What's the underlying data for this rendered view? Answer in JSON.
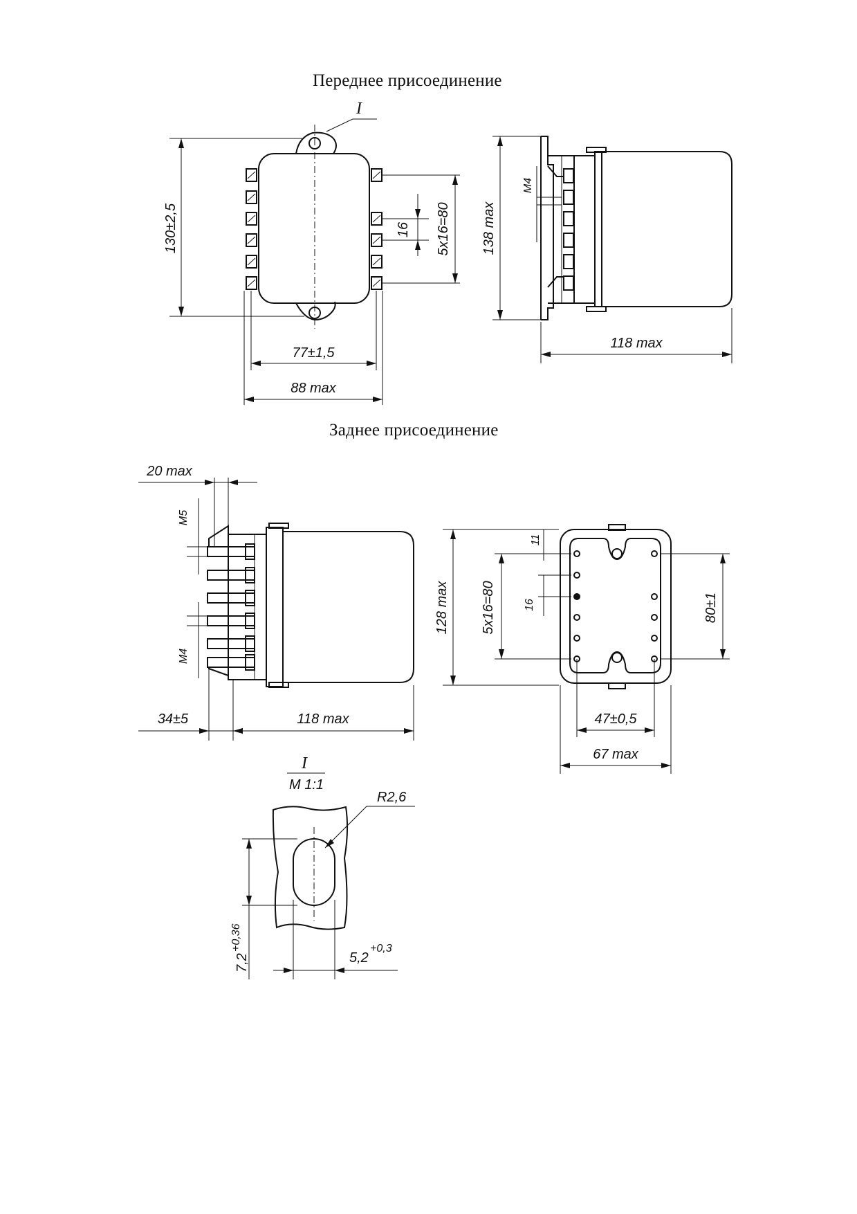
{
  "headings": {
    "front": "Переднее присоединение",
    "rear": "Заднее присоединение"
  },
  "front_view": {
    "detail_ref": "I",
    "height": "130±2,5",
    "pitch_total": "5x16=80",
    "pitch": "16",
    "width_mount": "77±1,5",
    "width_max": "88 max"
  },
  "front_side_view": {
    "height_max": "138 max",
    "thread": "M4",
    "length_max": "118 max"
  },
  "rear_side_view": {
    "pin_length": "20 max",
    "thread_top": "M5",
    "thread_bottom": "M4",
    "offset": "34±5",
    "length_max": "118 max"
  },
  "rear_end_view": {
    "height_max": "128 max",
    "pitch_total": "5x16=80",
    "pitch": "16",
    "top_mark": "11",
    "height_mount": "80±1",
    "width_mount": "47±0,5",
    "width_max": "67 max"
  },
  "detail": {
    "ref": "I",
    "scale": "M 1:1",
    "radius": "R2,6",
    "slot_length": "7,2",
    "slot_length_tol": "+0,36",
    "slot_width": "5,2",
    "slot_width_tol": "+0,3"
  }
}
